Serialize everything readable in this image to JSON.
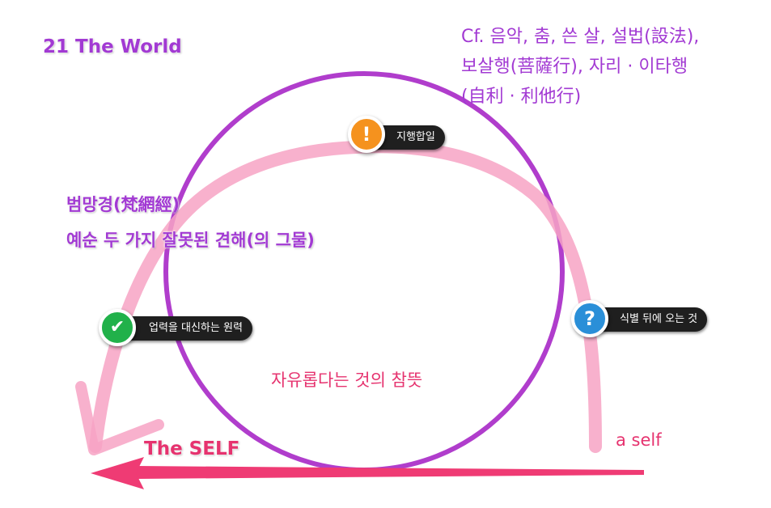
{
  "title": "21   The World",
  "cf_lines": [
    "Cf. 음악, 춤, 쓴 살, 설법(設法),",
    "보살행(菩薩行), 자리 · 이타행",
    "(自利 · 利他行)"
  ],
  "brahma_line1": "범망경(梵網經)",
  "brahma_line2": "예순 두 가지 잘못된 견해(의 그물)",
  "badges": {
    "top": {
      "label": "지행합일",
      "icon": "exclamation-icon",
      "color": "#f5921e"
    },
    "left": {
      "label": "업력을 대신하는 원력",
      "icon": "checkmark-icon",
      "color": "#21b14a"
    },
    "right": {
      "label": "식별 뒤에 오는 것",
      "icon": "question-icon",
      "color": "#2a8fd8"
    }
  },
  "center_text": "자유롭다는 것의 참뜻",
  "the_self": "The SELF",
  "a_self": "a self",
  "colors": {
    "circle": "#b03dcc",
    "arc": "#f7a3c4",
    "arrow": "#ef3b74",
    "purple_text": "#a23ad3",
    "pink_text": "#e6336f"
  }
}
